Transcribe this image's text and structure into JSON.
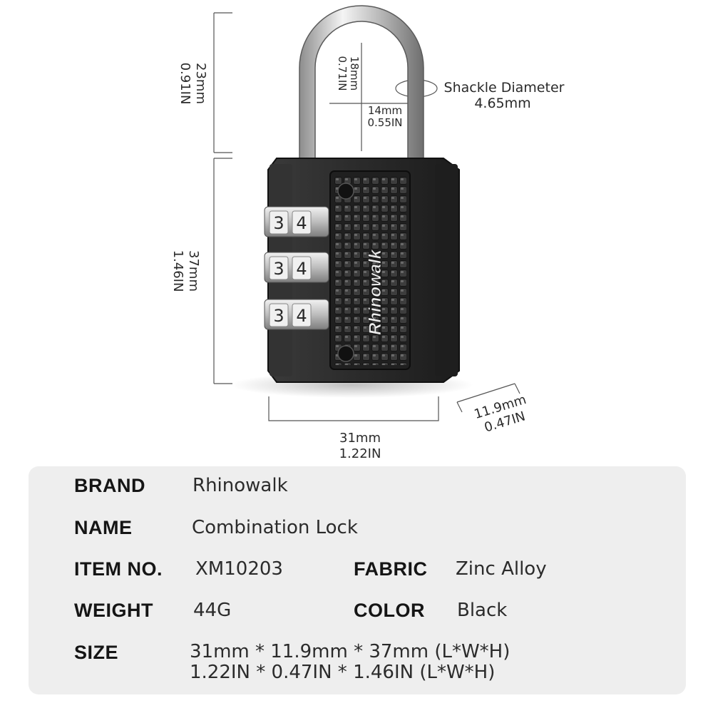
{
  "dimensions": {
    "shackle_height": {
      "mm": "23mm",
      "in": "0.91IN"
    },
    "body_height": {
      "mm": "37mm",
      "in": "1.46IN"
    },
    "inner_height": {
      "mm": "18mm",
      "in": "0.71IN"
    },
    "inner_width": {
      "mm": "14mm",
      "in": "0.55IN"
    },
    "shackle_diameter": {
      "label": "Shackle Diameter",
      "value": "4.65mm"
    },
    "body_length": {
      "mm": "31mm",
      "in": "1.22IN"
    },
    "body_width": {
      "mm": "11.9mm",
      "in": "0.47IN"
    }
  },
  "lock": {
    "brand_mark": "Rhinowalk",
    "dials": [
      {
        "digit_a": "3",
        "digit_b": "4"
      },
      {
        "digit_a": "3",
        "digit_b": "4"
      },
      {
        "digit_a": "3",
        "digit_b": "4"
      }
    ],
    "colors": {
      "body": "#2b2b2b",
      "shackle": "#c9c9c9"
    }
  },
  "specs": {
    "brand": {
      "label": "BRAND",
      "value": "Rhinowalk"
    },
    "name": {
      "label": "NAME",
      "value": "Combination Lock"
    },
    "item_no": {
      "label": "ITEM NO.",
      "value": "XM10203"
    },
    "fabric": {
      "label": "FABRIC",
      "value": "Zinc Alloy"
    },
    "weight": {
      "label": "WEIGHT",
      "value": "44G"
    },
    "color": {
      "label": "COLOR",
      "value": "Black"
    },
    "size": {
      "label": "SIZE",
      "value_mm": "31mm * 11.9mm * 37mm (L*W*H)",
      "value_in": "1.22IN * 0.47IN * 1.46IN (L*W*H)"
    }
  }
}
